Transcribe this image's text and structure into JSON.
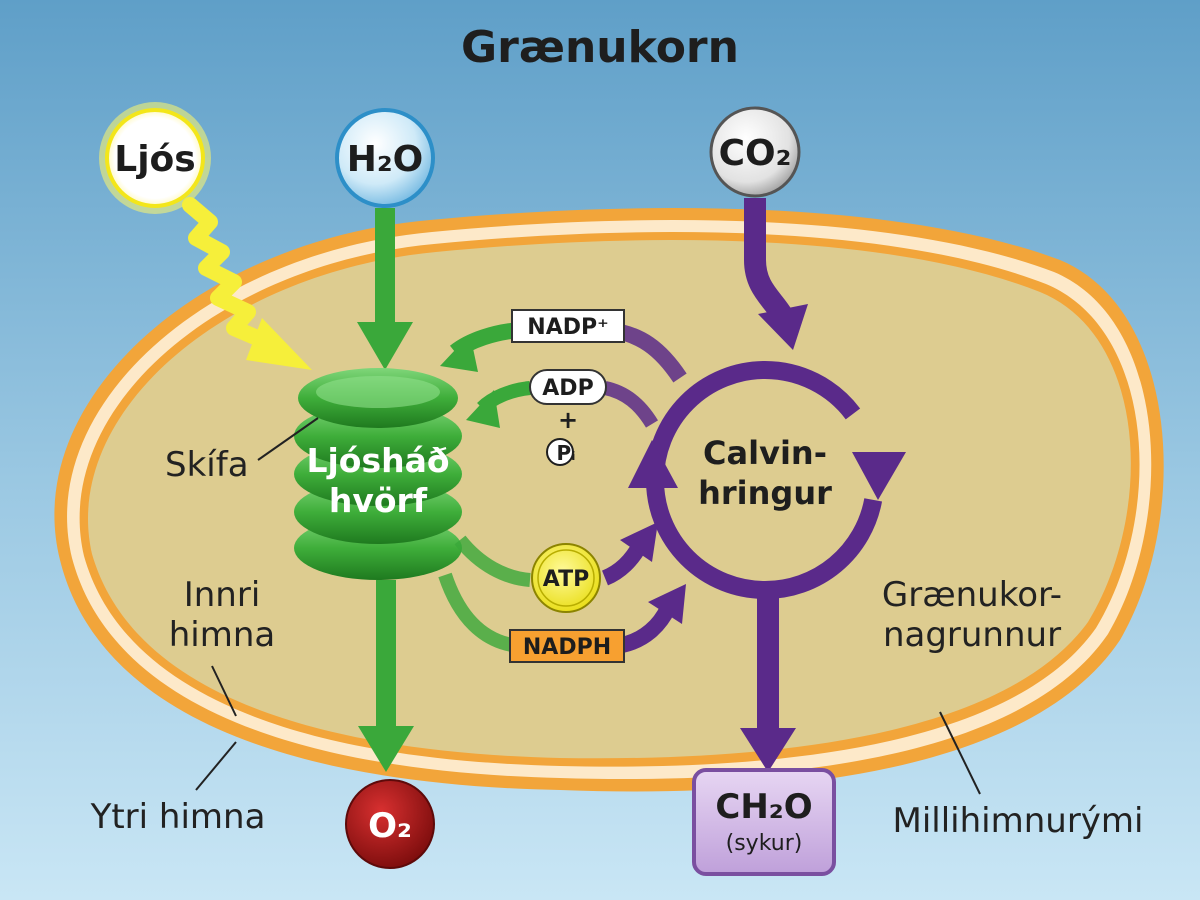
{
  "title": "Grænukorn",
  "inputs": {
    "light": "Ljós",
    "water": "H₂O",
    "carbon_dioxide": "CO₂"
  },
  "outputs": {
    "oxygen": "O₂",
    "sugar": "CH₂O",
    "sugar_note": "(sykur)"
  },
  "light_reactions": {
    "line1": "Ljósháð",
    "line2": "hvörf"
  },
  "calvin_cycle": {
    "line1": "Calvin-",
    "line2": "hringur"
  },
  "carriers": {
    "nadp_plus": "NADP⁺",
    "adp": "ADP",
    "plus": "+",
    "phosphate": "Pᵢ",
    "atp": "ATP",
    "nadph": "NADPH"
  },
  "labels": {
    "thylakoid": "Skífa",
    "inner_membrane_line1": "Innri",
    "inner_membrane_line2": "himna",
    "outer_membrane": "Ytri himna",
    "stroma_line1": "Grænukor-",
    "stroma_line2": "nagrunnur",
    "intermembrane_space": "Millihimnurými"
  },
  "colors": {
    "background_top": "#5f9fc8",
    "background_bottom": "#c9e6f5",
    "stroma": "#ddcc90",
    "membrane": "#f2a53a",
    "light_arrow": "#f6ef3a",
    "green_arrow": "#3aa83a",
    "purple_arrow": "#5a2a8a",
    "atp": "#f5ee1e",
    "nadph": "#f7a030",
    "oxygen": "#a01515",
    "sugar_box": "#cfb2e6"
  }
}
